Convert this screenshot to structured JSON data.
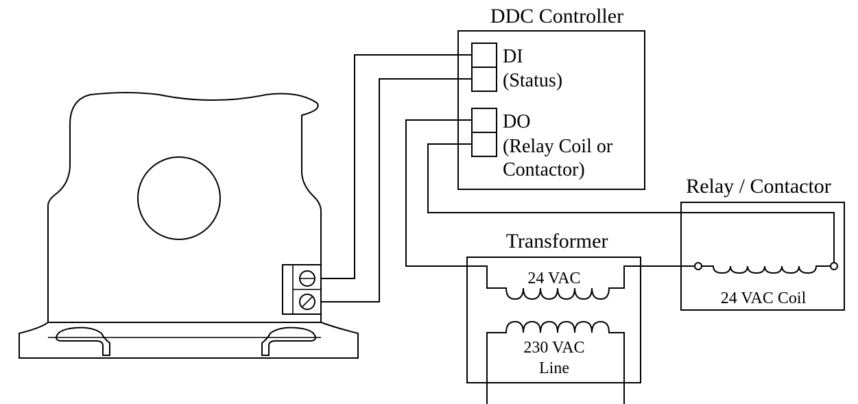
{
  "controller": {
    "title": "DDC Controller",
    "di_label": "DI",
    "di_sub": "(Status)",
    "do_label": "DO",
    "do_sub1": "(Relay Coil or",
    "do_sub2": "Contactor)"
  },
  "relay": {
    "title": "Relay / Contactor",
    "coil_label": "24 VAC Coil"
  },
  "transformer": {
    "title": "Transformer",
    "secondary_label": "24 VAC",
    "primary_label_1": "230 VAC",
    "primary_label_2": "Line"
  },
  "current_sensor": {}
}
